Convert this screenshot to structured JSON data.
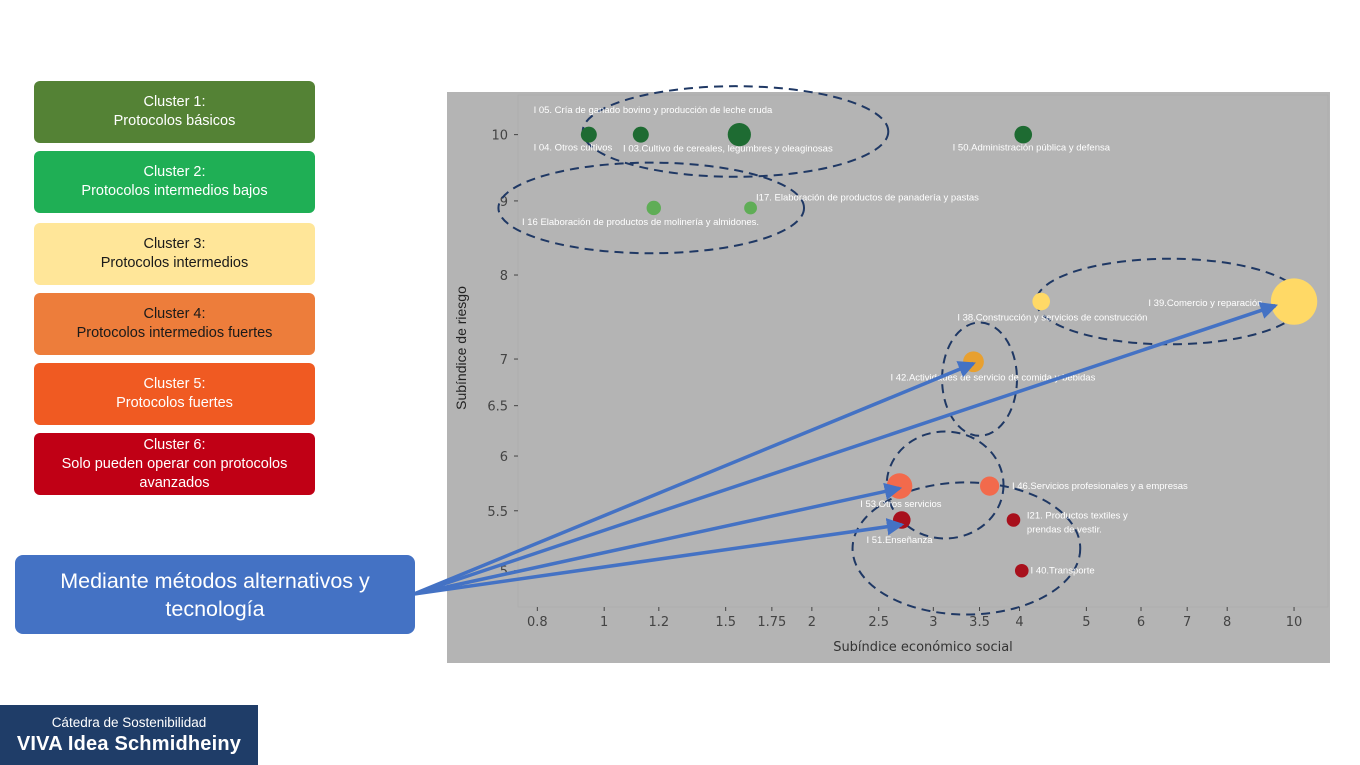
{
  "clusters": [
    {
      "title": "Cluster 1:",
      "subtitle": "Protocolos básicos",
      "color": "#548235",
      "text_color": "#ffffff"
    },
    {
      "title": "Cluster 2:",
      "subtitle": "Protocolos intermedios bajos",
      "color": "#1faf55",
      "text_color": "#ffffff"
    },
    {
      "title": "Cluster 3:",
      "subtitle": "Protocolos intermedios",
      "color": "#ffe699",
      "text_color": "#1a1a1a"
    },
    {
      "title": "Cluster 4:",
      "subtitle": "Protocolos intermedios fuertes",
      "color": "#ed7d3b",
      "text_color": "#1a1a1a"
    },
    {
      "title": "Cluster 5:",
      "subtitle": "Protocolos fuertes",
      "color": "#f05a22",
      "text_color": "#ffffff"
    },
    {
      "title": "Cluster 6:",
      "subtitle": "Solo pueden operar con protocolos avanzados",
      "color": "#c00015",
      "text_color": "#ffffff"
    }
  ],
  "callout": {
    "text": "Mediante métodos alternativos y tecnología",
    "color": "#4472c4"
  },
  "brand": {
    "line1": "Cátedra de Sostenibilidad",
    "line2": "VIVA Idea Schmidheiny"
  },
  "chart_data": {
    "type": "scatter",
    "xlabel": "Subíndice económico social",
    "ylabel": "Subíndice de riesgo",
    "x_scale": "log",
    "y_scale": "log",
    "xlim": [
      0.75,
      11.2
    ],
    "ylim": [
      4.72,
      10.65
    ],
    "x_ticks": [
      {
        "value": 0.8,
        "label": "0.8"
      },
      {
        "value": 1,
        "label": "1"
      },
      {
        "value": 1.2,
        "label": "1.2"
      },
      {
        "value": 1.5,
        "label": "1.5"
      },
      {
        "value": 1.75,
        "label": "1.75"
      },
      {
        "value": 2,
        "label": "2"
      },
      {
        "value": 2.5,
        "label": "2.5"
      },
      {
        "value": 3,
        "label": "3"
      },
      {
        "value": 3.5,
        "label": "3.5"
      },
      {
        "value": 4,
        "label": "4"
      },
      {
        "value": 5,
        "label": "5"
      },
      {
        "value": 6,
        "label": "6"
      },
      {
        "value": 7,
        "label": "7"
      },
      {
        "value": 8,
        "label": "8"
      },
      {
        "value": 10,
        "label": "10"
      }
    ],
    "y_ticks": [
      {
        "value": 5,
        "label": "5"
      },
      {
        "value": 5.5,
        "label": "5.5"
      },
      {
        "value": 6,
        "label": "6"
      },
      {
        "value": 6.5,
        "label": "6.5"
      },
      {
        "value": 7,
        "label": "7"
      },
      {
        "value": 8,
        "label": "8"
      },
      {
        "value": 9,
        "label": "9"
      },
      {
        "value": 10,
        "label": "10"
      }
    ],
    "grid": false,
    "background": "#b4b4b4",
    "points": [
      {
        "id": "I 05",
        "x": 0.95,
        "y": 10,
        "size": 1,
        "color": "#1e6b32"
      },
      {
        "id": "I 04",
        "x": 1.13,
        "y": 10,
        "size": 1,
        "color": "#1e6b32"
      },
      {
        "id": "I 03",
        "x": 1.57,
        "y": 10,
        "size": 1.45,
        "color": "#1e6b32"
      },
      {
        "id": "I 50",
        "x": 4.05,
        "y": 10,
        "size": 1.1,
        "color": "#1e6b32"
      },
      {
        "id": "I 16",
        "x": 1.18,
        "y": 8.9,
        "size": 0.9,
        "color": "#5fad56"
      },
      {
        "id": "I 17",
        "x": 1.63,
        "y": 8.9,
        "size": 0.8,
        "color": "#5fad56"
      },
      {
        "id": "I 38",
        "x": 4.3,
        "y": 7.67,
        "size": 1.1,
        "color": "#ffd966"
      },
      {
        "id": "I 39",
        "x": 10,
        "y": 7.67,
        "size": 2.9,
        "color": "#ffd966"
      },
      {
        "id": "I 42",
        "x": 3.43,
        "y": 6.97,
        "size": 1.3,
        "color": "#e8a030"
      },
      {
        "id": "I 53",
        "x": 2.68,
        "y": 5.72,
        "size": 1.6,
        "color": "#f26a4c"
      },
      {
        "id": "I 46",
        "x": 3.62,
        "y": 5.72,
        "size": 1.2,
        "color": "#f26a4c"
      },
      {
        "id": "I 51",
        "x": 2.7,
        "y": 5.42,
        "size": 1.1,
        "color": "#a8101c"
      },
      {
        "id": "I21",
        "x": 3.92,
        "y": 5.42,
        "size": 0.85,
        "color": "#a8101c"
      },
      {
        "id": "I 40",
        "x": 4.03,
        "y": 5.0,
        "size": 0.85,
        "color": "#a8101c"
      }
    ],
    "annotations": [
      {
        "text": "I 05. Cría de ganado bovino y producción de leche cruda",
        "x": 0.79,
        "y": 10.4
      },
      {
        "text": "I 04. Otros cultivos",
        "x": 0.79,
        "y": 9.8
      },
      {
        "text": "I 03.Cultivo de cereales, legumbres y oleaginosas",
        "x": 1.065,
        "y": 9.78
      },
      {
        "text": "I 50.Administración pública y defensa",
        "x": 3.2,
        "y": 9.8
      },
      {
        "text": "I17. Elaboración de productos de panadería y pastas",
        "x": 1.66,
        "y": 9.05
      },
      {
        "text": "I 16 Elaboración de productos de molinería y almidones.",
        "x": 0.76,
        "y": 8.7
      },
      {
        "text": "I 38.Construcción y servicios de construcción",
        "x": 3.25,
        "y": 7.48
      },
      {
        "text": "I 39.Comercio y reparación",
        "x": 6.15,
        "y": 7.65
      },
      {
        "text": "I 42.Actividades de servicio de comida y bebidas",
        "x": 2.6,
        "y": 6.8
      },
      {
        "text": "I 46.Servicios profesionales y a empresas",
        "x": 3.9,
        "y": 5.72
      },
      {
        "text": "I 53.Otros servicios",
        "x": 2.35,
        "y": 5.56
      },
      {
        "text": "I21. Productos textiles y",
        "x": 4.1,
        "y": 5.46
      },
      {
        "text": "prendas de vestir.",
        "x": 4.1,
        "y": 5.34
      },
      {
        "text": "I 51.Enseñanza",
        "x": 2.4,
        "y": 5.25
      },
      {
        "text": "I 40.Transporte",
        "x": 4.15,
        "y": 5.0
      }
    ],
    "cluster_ellipses": [
      {
        "x": 1.55,
        "y": 10.05,
        "rx": 0.51,
        "ry": 0.072
      },
      {
        "x": 1.17,
        "y": 8.9,
        "rx": 0.51,
        "ry": 0.072
      },
      {
        "x": 6.6,
        "y": 7.67,
        "rx": 0.445,
        "ry": 0.068
      },
      {
        "x": 3.5,
        "y": 6.78,
        "rx": 0.125,
        "ry": 0.09
      },
      {
        "x": 3.12,
        "y": 5.73,
        "rx": 0.195,
        "ry": 0.085
      },
      {
        "x": 3.35,
        "y": 5.18,
        "rx": 0.38,
        "ry": 0.105
      }
    ],
    "arrows": [
      {
        "to_x": 3.43,
        "to_y": 6.95
      },
      {
        "to_x": 9.4,
        "to_y": 7.62
      },
      {
        "to_x": 2.68,
        "to_y": 5.7
      },
      {
        "to_x": 2.7,
        "to_y": 5.38
      }
    ]
  }
}
